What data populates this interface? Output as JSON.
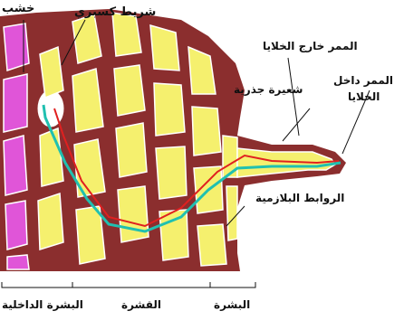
{
  "labels": {
    "xylem": "خشب",
    "casparian_strip": "شريط كسبري",
    "apoplast_path": "الممر خارج الخلايا",
    "symplast_path_line1": "الممر داخل",
    "symplast_path_line2": "الخلايا",
    "root_hair": "شعيرة جذرية",
    "plasmodesmata": "الروابط البلازمية",
    "endodermis": "البشرة الداخلية",
    "cortex": "القشرة",
    "epidermis": "البشرة"
  },
  "colors": {
    "cell_wall": "#8b2e2e",
    "cortex_cell": "#f5f06e",
    "xylem_cell": "#e055d8",
    "apoplast_line": "#e02020",
    "symplast_line": "#20c0b0",
    "background": "#ffffff"
  }
}
